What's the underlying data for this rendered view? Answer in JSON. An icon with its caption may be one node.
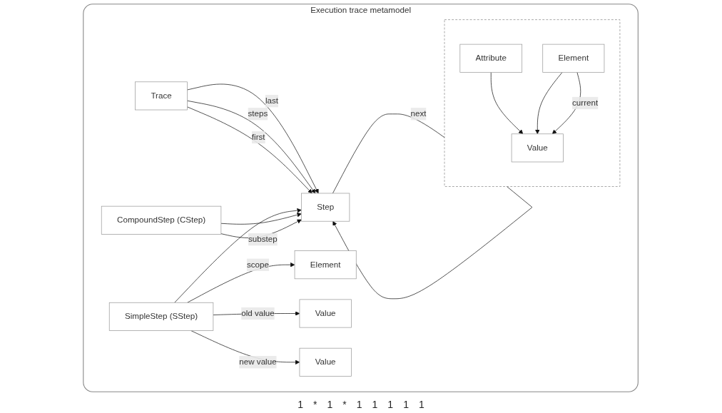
{
  "diagram": {
    "nodes": [
      {
        "text": [
          "Execution trace metamodel"
        ]
      },
      {
        "text": [
          "Trace"
        ],
        "in": 0
      },
      {
        "text": [
          "Step"
        ],
        "in": 0
      },
      {
        "text": [
          "SimpleStep (SStep)"
        ],
        "in": 0
      },
      {
        "text": [
          "CompoundStep (CStep)"
        ],
        "in": 0
      },
      {
        "text": [
          "Element"
        ],
        "in": 0
      },
      {
        "text": [
          "Value"
        ],
        "in": 0
      },
      {
        "text": [
          "Value"
        ],
        "in": 0
      },
      {
        "text": [],
        "shape": "box",
        "in": 0
      },
      {
        "text": [
          "Value"
        ],
        "in": 8
      },
      {
        "text": [
          "Attribute"
        ],
        "in": 8
      },
      {
        "text": [
          "Element"
        ],
        "in": 8
      }
    ],
    "edges": [
      {
        "from": 1,
        "to": 2,
        "arrow": "to",
        "label": "last"
      },
      {
        "from": 1,
        "to": 2,
        "arrow": "to",
        "label": "steps"
      },
      {
        "from": 1,
        "to": 2,
        "arrow": "to",
        "label": "first"
      },
      {
        "from": 2,
        "to": 2,
        "arrow": "to",
        "label": "next"
      },
      {
        "from": 3,
        "to": 2,
        "arrow": "to"
      },
      {
        "from": 4,
        "to": 2,
        "arrow": "to"
      },
      {
        "from": 4,
        "to": 2,
        "arrow": "to",
        "label": "substep"
      },
      {
        "from": 3,
        "to": 5,
        "arrow": "to",
        "label": "scope"
      },
      {
        "from": 3,
        "to": 6,
        "arrow": "to",
        "label": "old value"
      },
      {
        "from": 3,
        "to": 7,
        "arrow": "to",
        "label": "new value"
      },
      {
        "from": 10,
        "to": 9,
        "arrow": "to"
      },
      {
        "from": 11,
        "to": 9,
        "arrow": "to"
      },
      {
        "from": 11,
        "to": 9,
        "arrow": "to",
        "label": "current"
      }
    ],
    "labels": [
      "1",
      "*",
      "1",
      "*",
      "1",
      "1",
      "1",
      "1",
      "1"
    ]
  }
}
